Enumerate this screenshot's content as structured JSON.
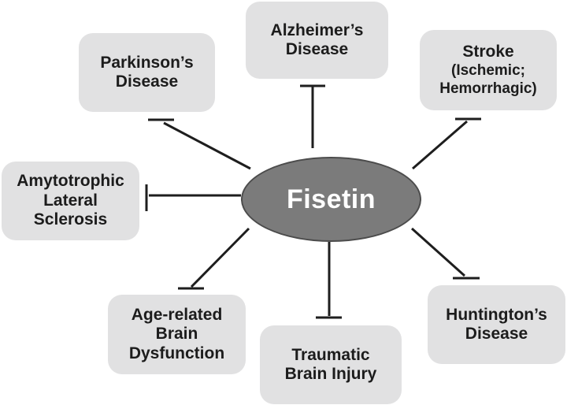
{
  "diagram": {
    "center_label": "Fisetin",
    "nodes": {
      "parkinsons": {
        "label": "Parkinson’s\nDisease"
      },
      "alzheimers": {
        "label": "Alzheimer’s\nDisease"
      },
      "stroke": {
        "label": "Stroke",
        "sublabel": "(Ischemic;\nHemorrhagic)"
      },
      "als": {
        "label": "Amytotrophic\nLateral\nSclerosis"
      },
      "age_related": {
        "label": "Age-related\nBrain\nDysfunction"
      },
      "tbi": {
        "label": "Traumatic\nBrain Injury"
      },
      "huntingtons": {
        "label": "Huntington’s\nDisease"
      }
    },
    "edges": [
      {
        "from": "Fisetin",
        "to": "Parkinson’s Disease",
        "type": "inhibition"
      },
      {
        "from": "Fisetin",
        "to": "Alzheimer’s Disease",
        "type": "inhibition"
      },
      {
        "from": "Fisetin",
        "to": "Stroke (Ischemic; Hemorrhagic)",
        "type": "inhibition"
      },
      {
        "from": "Fisetin",
        "to": "Amytotrophic Lateral Sclerosis",
        "type": "inhibition"
      },
      {
        "from": "Fisetin",
        "to": "Age-related Brain Dysfunction",
        "type": "inhibition"
      },
      {
        "from": "Fisetin",
        "to": "Traumatic Brain Injury",
        "type": "inhibition"
      },
      {
        "from": "Fisetin",
        "to": "Huntington’s Disease",
        "type": "inhibition"
      }
    ],
    "colors": {
      "background": "#ffffff",
      "node_fill": "#e1e1e2",
      "node_text": "#1c1c1c",
      "center_fill": "#7b7b7b",
      "center_stroke": "#4c4c4c",
      "center_text": "#ffffff",
      "edge_line": "#1e1e1e"
    }
  }
}
